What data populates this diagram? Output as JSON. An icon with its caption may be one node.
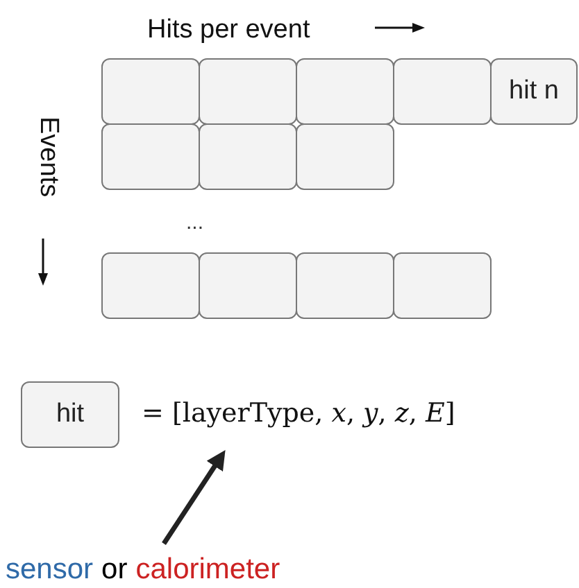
{
  "diagram": {
    "nodes": [
      {
        "text": [],
        "shape": "box"
      },
      {
        "text": [],
        "shape": "box"
      },
      {
        "text": [],
        "shape": "box"
      },
      {
        "text": [],
        "shape": "box"
      },
      {
        "text": [
          "hit n"
        ]
      },
      {
        "text": [],
        "shape": "box"
      },
      {
        "text": [],
        "shape": "box"
      },
      {
        "text": [],
        "shape": "box"
      },
      {
        "text": [],
        "shape": "box"
      },
      {
        "text": [],
        "shape": "box"
      },
      {
        "text": [],
        "shape": "box"
      },
      {
        "text": [],
        "shape": "box"
      },
      {
        "text": [
          "hit"
        ]
      },
      {
        "text": [
          "= [layerType, *x*, *y*, *z*, *E*]"
        ]
      },
      {
        "text": [
          "sensor",
          "or",
          "calorimeter"
        ]
      }
    ],
    "edges": [
      {
        "from": 14,
        "to": 13,
        "arrow": "to"
      }
    ],
    "labels": [
      "Hits per event",
      "Events",
      "..."
    ]
  }
}
